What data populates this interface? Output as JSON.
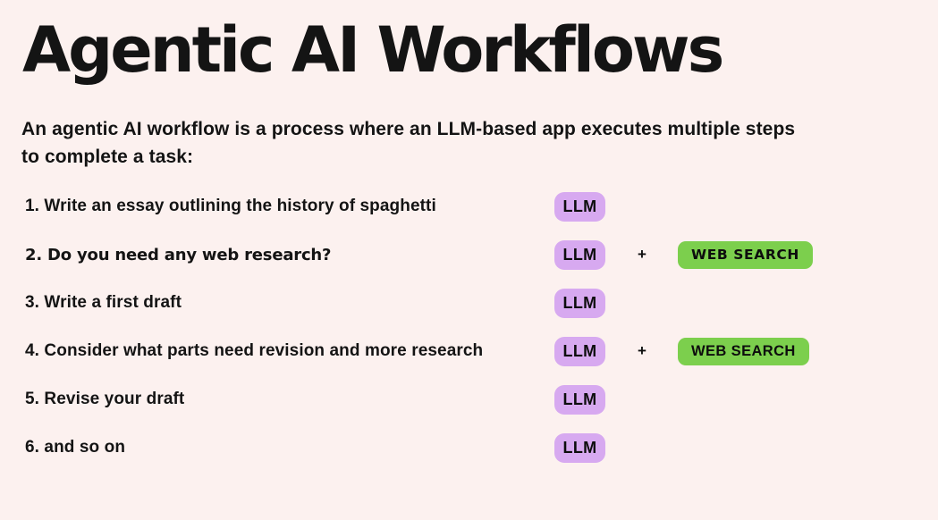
{
  "slide": {
    "title": "Agentic AI Workflows",
    "subtitle_line1": "An agentic AI workflow is a process where an LLM-based app executes multiple steps",
    "subtitle_line2": "to complete a task:",
    "plus_symbol": "+",
    "badges": {
      "llm_label": "LLM",
      "web_search_label": "WEB SEARCH"
    },
    "colors": {
      "background": "#fcf1ef",
      "text": "#141414",
      "llm_badge": "#d7a9f0",
      "web_search_badge": "#7ccf4d"
    },
    "steps": [
      {
        "label": "1. Write an essay outlining the history of spaghetti",
        "llm": true,
        "web_search": false
      },
      {
        "label": "2. Do you need any web research?",
        "llm": true,
        "web_search": true
      },
      {
        "label": "3. Write a first draft",
        "llm": true,
        "web_search": false
      },
      {
        "label": "4. Consider what parts need revision and more research",
        "llm": true,
        "web_search": true
      },
      {
        "label": "5. Revise your draft",
        "llm": true,
        "web_search": false
      },
      {
        "label": "6. and so on",
        "llm": true,
        "web_search": false
      }
    ]
  }
}
